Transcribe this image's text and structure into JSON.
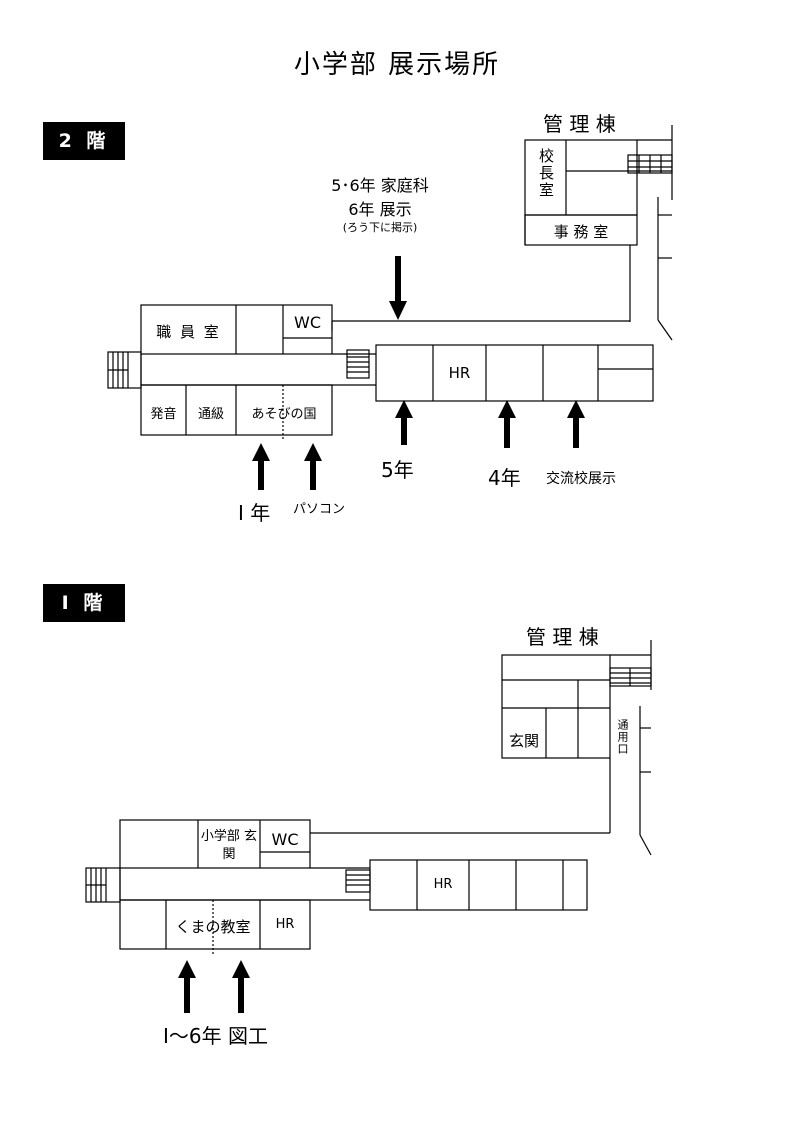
{
  "title": "小学部 展示場所",
  "floor2": {
    "tag": "2 階",
    "building": "管 理 棟",
    "principal_room": "校長室",
    "office": "事 務 室",
    "staff_room": "職 員 室",
    "wc": "WC",
    "hr": "HR",
    "speech_room": "発音",
    "tsukyu_room": "通級",
    "play_room": "あそびの国",
    "note_line1": "5･6年  家庭科",
    "note_line2": "6年  展示",
    "note_line3": "(ろう下に掲示)",
    "label_5nen": "5年",
    "label_4nen": "4年",
    "label_exchange": "交流校展示",
    "label_1nen": "I 年",
    "label_pc": "パソコン"
  },
  "floor1": {
    "tag": "I 階",
    "building": "管 理 棟",
    "entrance": "玄関",
    "service_door": "通用口",
    "es_entrance": "小学部 玄関",
    "wc": "WC",
    "hr_right": "HR",
    "hr_left": "HR",
    "kuma_room": "くまの教室",
    "label_all": "I～6年  図工"
  }
}
